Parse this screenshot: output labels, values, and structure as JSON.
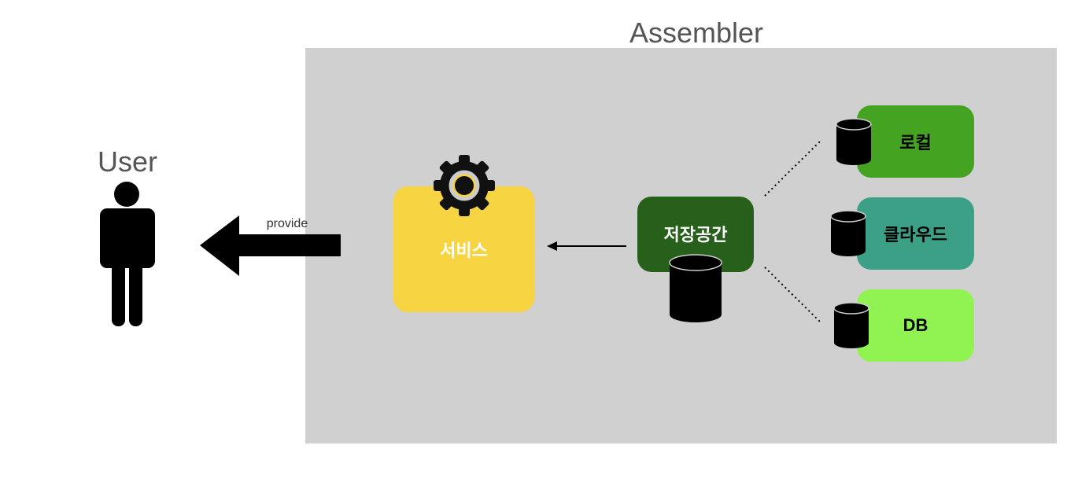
{
  "container": {
    "title": "Assembler"
  },
  "user": {
    "label": "User"
  },
  "arrow": {
    "label": "provide"
  },
  "service": {
    "label": "서비스"
  },
  "storage": {
    "label": "저장공간"
  },
  "storage_options": {
    "local": "로컬",
    "cloud": "클라우드",
    "db": "DB"
  },
  "colors": {
    "container": "#d0d0d0",
    "service": "#f7d542",
    "storage": "#27601a",
    "local": "#44a421",
    "cloud": "#3ba085",
    "db": "#90f352"
  },
  "icons": [
    "person-icon",
    "gear-icon",
    "database-icon"
  ]
}
